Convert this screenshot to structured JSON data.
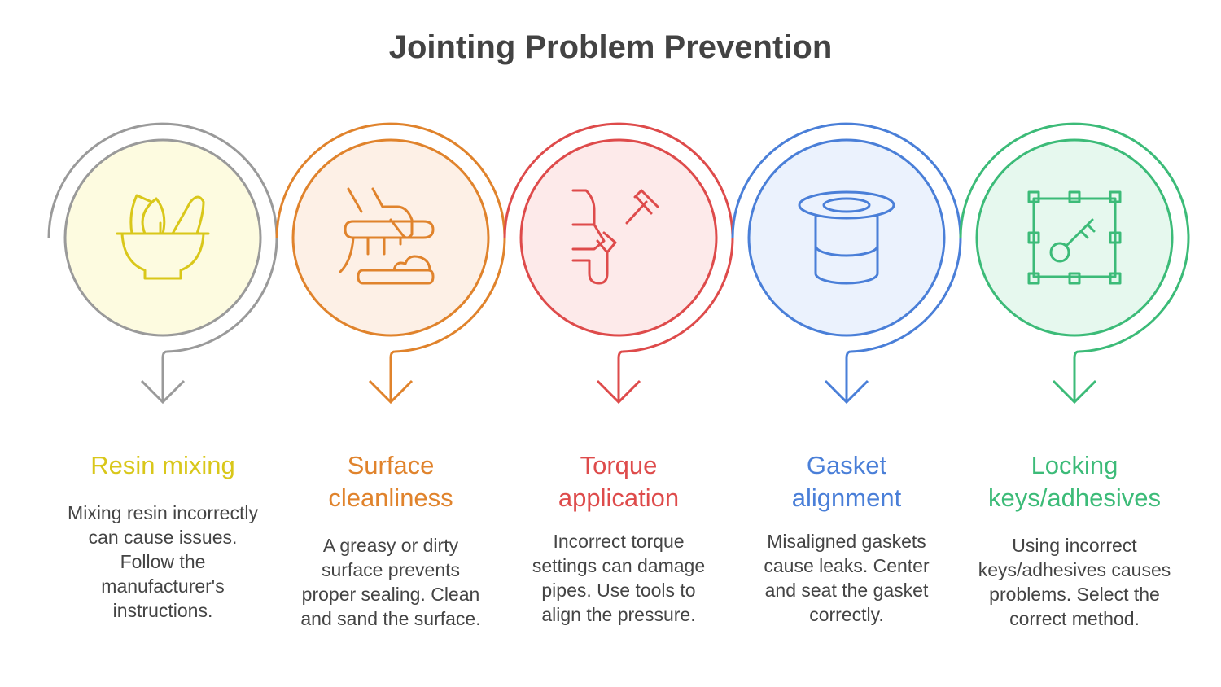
{
  "title": "Jointing Problem Prevention",
  "steps": [
    {
      "title_lines": [
        "Resin mixing"
      ],
      "description": "Mixing resin incorrectly can cause issues. Follow the manufacturer's instructions.",
      "icon": "mortar-pestle-icon",
      "color": "#d9c71a",
      "ring_color": "#9a9a9a",
      "fill": "#fdfbe0"
    },
    {
      "title_lines": [
        "Surface",
        "cleanliness"
      ],
      "description": "A greasy or dirty surface prevents proper sealing. Clean and sand the surface.",
      "icon": "cleaning-brush-icon",
      "color": "#e0832c",
      "ring_color": "#e0832c",
      "fill": "#fdf0e6"
    },
    {
      "title_lines": [
        "Torque",
        "application"
      ],
      "description": "Incorrect torque settings can damage pipes. Use tools to align the pressure.",
      "icon": "wrench-torque-icon",
      "color": "#de4b4b",
      "ring_color": "#de4b4b",
      "fill": "#fdeaea"
    },
    {
      "title_lines": [
        "Gasket",
        "alignment"
      ],
      "description": "Misaligned gaskets cause leaks. Center and seat the gasket correctly.",
      "icon": "gasket-cylinder-icon",
      "color": "#4a7fd8",
      "ring_color": "#4a7fd8",
      "fill": "#ebf2fd"
    },
    {
      "title_lines": [
        "Locking",
        "keys/adhesives"
      ],
      "description": "Using incorrect keys/adhesives causes problems. Select the correct method.",
      "icon": "key-frame-icon",
      "color": "#3cbb78",
      "ring_color": "#3cbb78",
      "fill": "#e6f8ee"
    }
  ]
}
